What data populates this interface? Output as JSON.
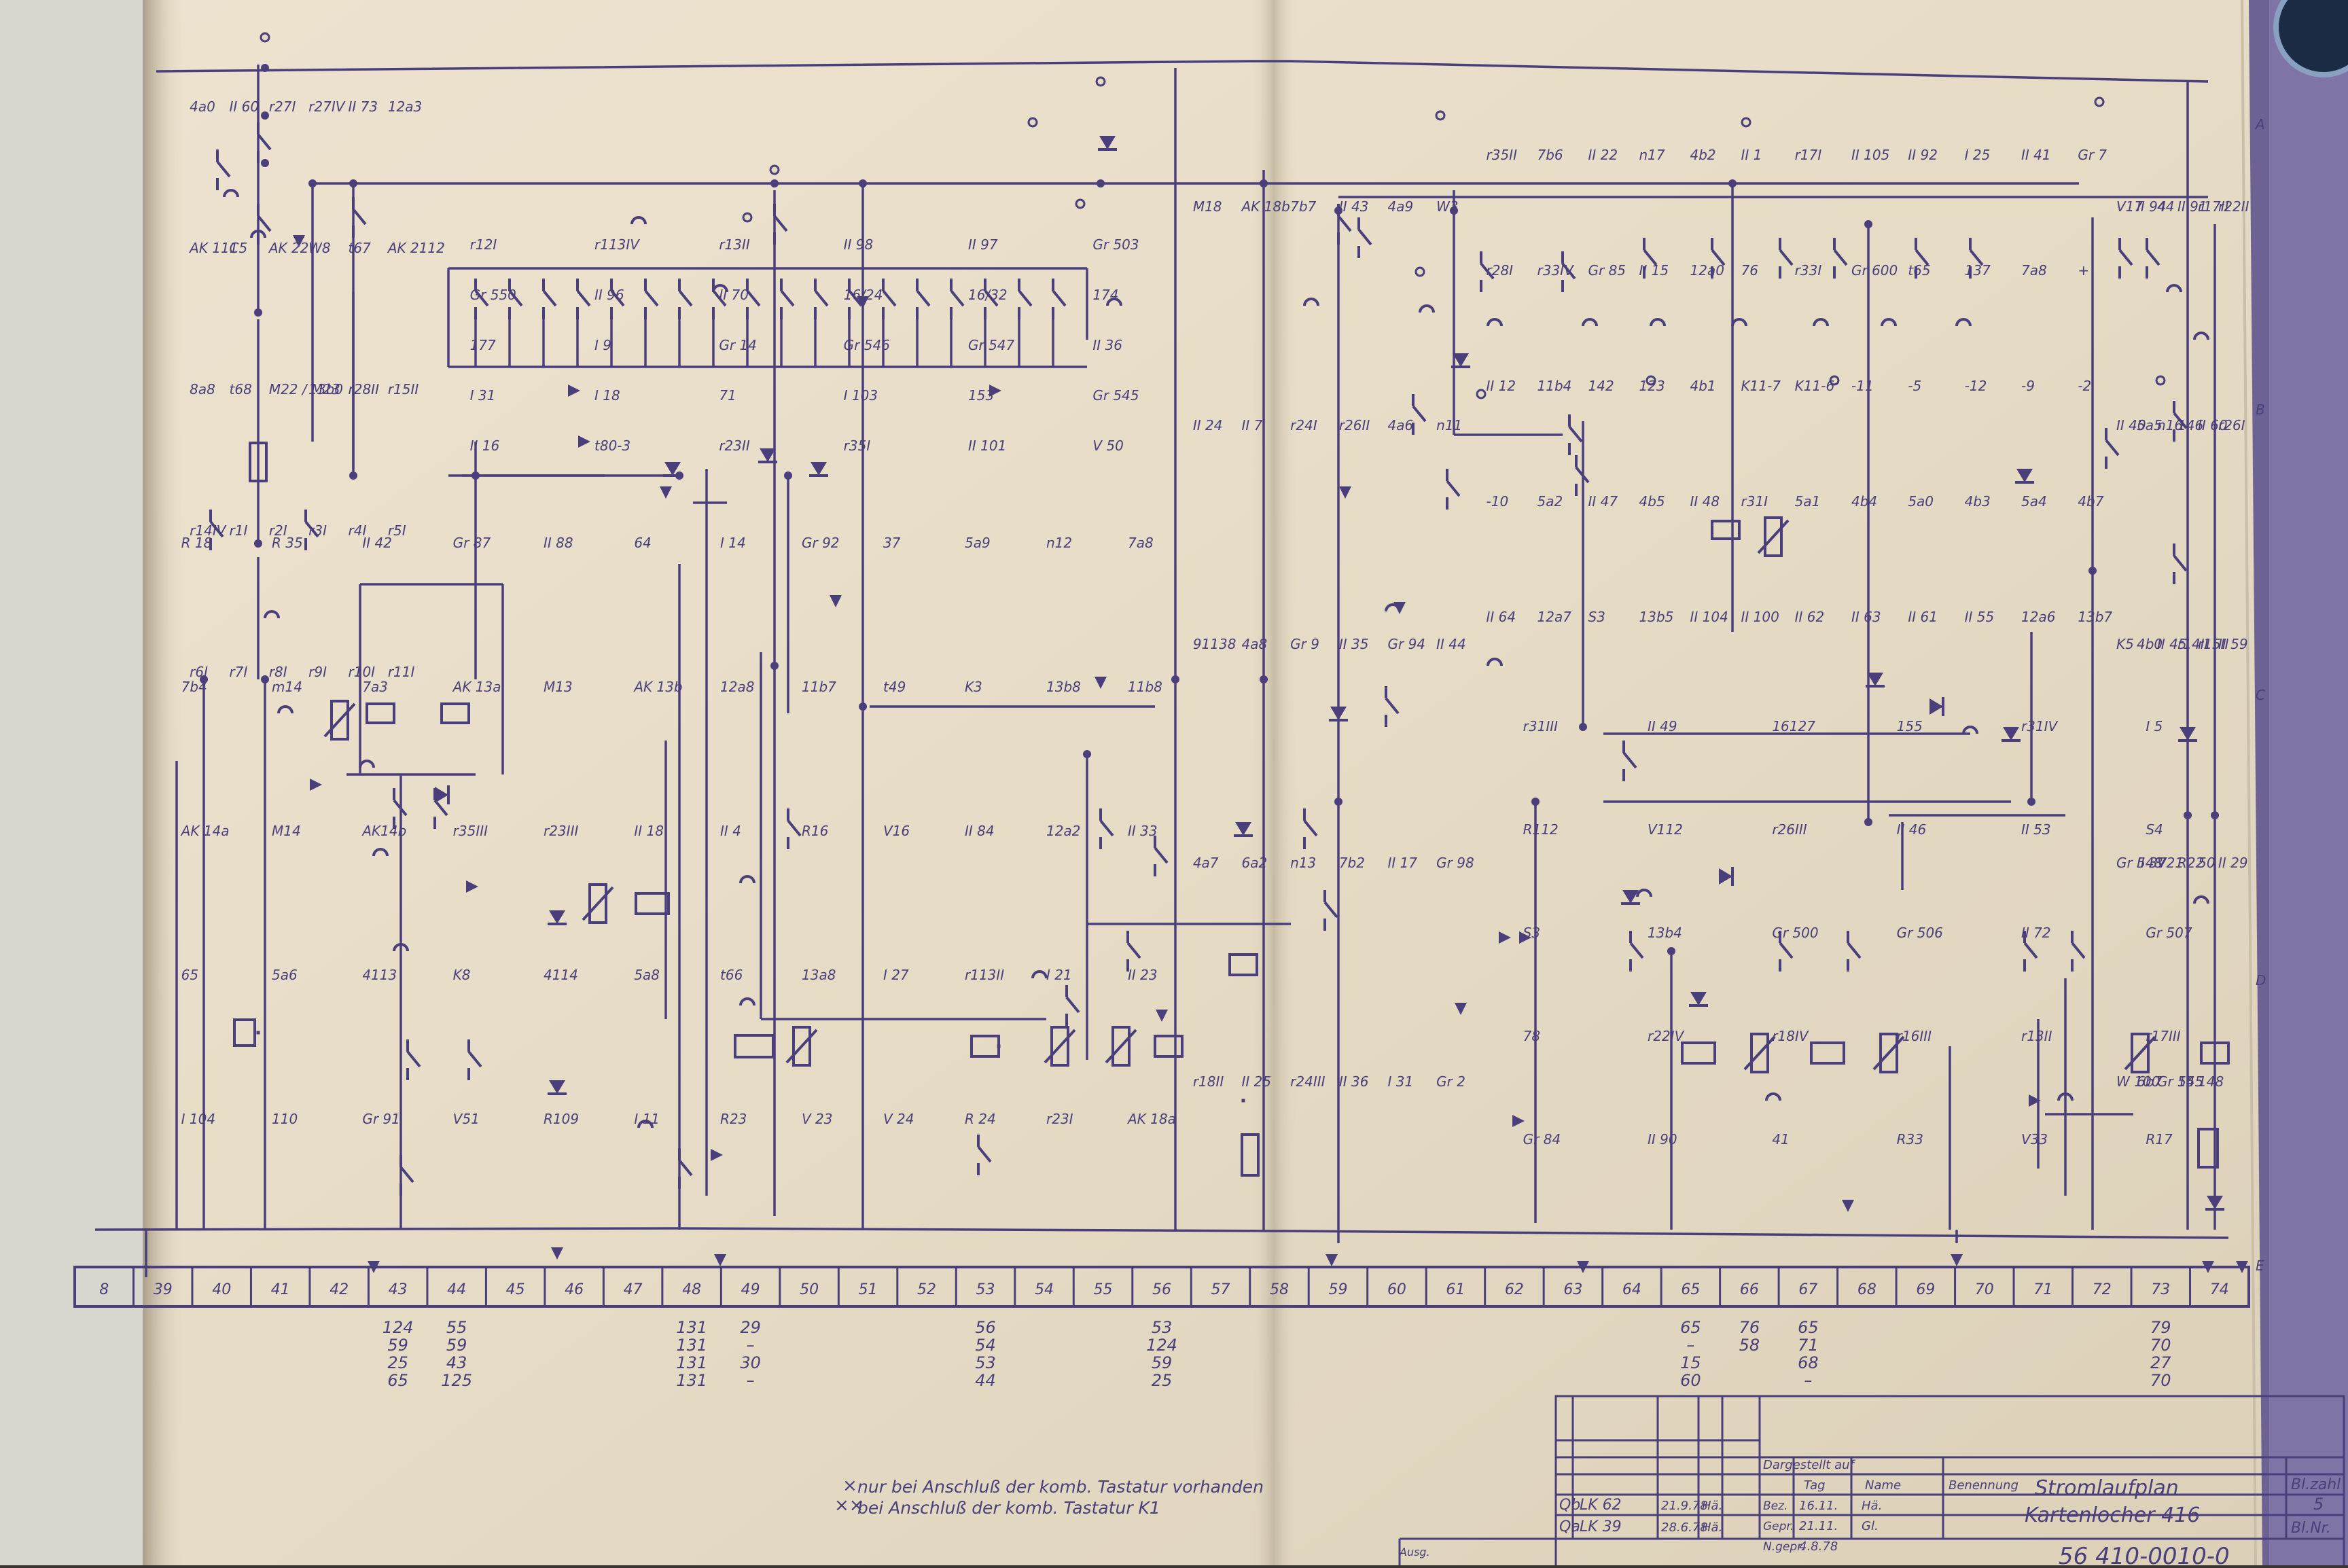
{
  "title_block": {
    "title_line1": "Stromlaufplan",
    "title_line2": "Kartenlocher 416",
    "dargestellt": "Dargestellt auf",
    "col_tag": "Tag",
    "col_name": "Name",
    "bennenung": "Benennung",
    "blatt_label": "Bl.zahl",
    "blatt_value": "5",
    "blatt_nr": "Bl.Nr.",
    "rev_a": {
      "code": "Qb",
      "ref": "LK 62",
      "date": "21.9.78",
      "sign": "Hä."
    },
    "rev_b": {
      "code": "Qa",
      "ref": "LK 39",
      "date": "28.6.78",
      "sign": "Hä."
    },
    "rows": [
      {
        "label": "Bez.",
        "tag": "16.11.",
        "name": "Hä."
      },
      {
        "label": "Gepr.",
        "tag": "21.11.",
        "name": "Gl."
      },
      {
        "label": "N.gepr.",
        "tag": "4.8.78",
        "name": ""
      }
    ],
    "footer_label": "Ausg.",
    "drawing_no": "56 410-0010-0"
  },
  "footnotes": {
    "note1_mark": "×",
    "note1": "nur bei Anschluß der komb. Tastatur vorhanden",
    "note2_mark": "××",
    "note2": "bei Anschluß der komb. Tastatur K1"
  },
  "grid_row": [
    "8",
    "39",
    "40",
    "41",
    "42",
    "43",
    "44",
    "45",
    "46",
    "47",
    "48",
    "49",
    "50",
    "51",
    "52",
    "53",
    "54",
    "55",
    "56",
    "57",
    "58",
    "59",
    "60",
    "61",
    "62",
    "63",
    "64",
    "65",
    "66",
    "67",
    "68",
    "69",
    "70",
    "71",
    "72",
    "73",
    "74"
  ],
  "cross_refs": {
    "43": [
      "124",
      "59",
      "25",
      "65"
    ],
    "44": [
      "55",
      "59",
      "43",
      "125"
    ],
    "48": [
      "131",
      "131",
      "131",
      "131"
    ],
    "49": [
      "29",
      "–",
      "30",
      "–"
    ],
    "53": [
      "56",
      "54",
      "53",
      "44"
    ],
    "56": [
      "53",
      "124",
      "59",
      "25"
    ],
    "65": [
      "65",
      "–",
      "15",
      "60"
    ],
    "66": [
      "76",
      "58"
    ],
    "67": [
      "65",
      "71",
      "68",
      "–"
    ],
    "73": [
      "79",
      "70",
      "27",
      "70"
    ]
  },
  "grid_letters": [
    "A",
    "B",
    "C",
    "D",
    "E"
  ],
  "labels": [
    "4a0",
    "II 60",
    "r27I",
    "r27IV",
    "II 73",
    "12a3",
    "AK 111",
    "C5",
    "AK 22",
    "W8",
    "t67",
    "AK 2112",
    "8a8",
    "t68",
    "M22 / M23",
    "13b0",
    "r28II",
    "r15II",
    "r14IV",
    "r1I",
    "r2I",
    "r3I",
    "r4I",
    "r5I",
    "r6I",
    "r7I",
    "r8I",
    "r9I",
    "r10I",
    "r11I",
    "r12I",
    "r113IV",
    "r13II",
    "II 98",
    "II 97",
    "Gr 503",
    "Gr 550",
    "II 96",
    "II 70",
    "16/24",
    "16/32",
    "174",
    "177",
    "I 9",
    "Gr 14",
    "Gr 546",
    "Gr 547",
    "II 36",
    "I 31",
    "I 18",
    "71",
    "I 103",
    "153",
    "Gr 545",
    "II 16",
    "t80-3",
    "r23II",
    "r35I",
    "II 101",
    "V 50",
    "R 18",
    "R 35",
    "II 42",
    "Gr 87",
    "II 88",
    "64",
    "7b4",
    "m14",
    "7a3",
    "AK 13a",
    "M13",
    "AK 13b",
    "AK 14a",
    "M14",
    "AK14b",
    "r35III",
    "r23III",
    "II 18",
    "65",
    "5a6",
    "4113",
    "K8",
    "4114",
    "5a8",
    "I 104",
    "110",
    "Gr 91",
    "V51",
    "R109",
    "I 11",
    "I 14",
    "Gr 92",
    "37",
    "5a9",
    "n12",
    "7a8",
    "12a8",
    "11b7",
    "t49",
    "K3",
    "13b8",
    "11b8",
    "II 4",
    "R16",
    "V16",
    "II 84",
    "12a2",
    "II 33",
    "t66",
    "13a8",
    "I 27",
    "r113II",
    "I 21",
    "II 23",
    "R23",
    "V 23",
    "V 24",
    "R 24",
    "r23I",
    "AK 18a",
    "M18",
    "AK 18b",
    "7b7",
    "II 43",
    "4a9",
    "W3",
    "II 24",
    "II 7",
    "r24I",
    "r26II",
    "4a6",
    "n11",
    "91138",
    "4a8",
    "Gr 9",
    "II 35",
    "Gr 94",
    "II 44",
    "4a7",
    "6a2",
    "n13",
    "7b2",
    "II 17",
    "Gr 98",
    "r18II",
    "II 25",
    "r24III",
    "II 36",
    "I 31",
    "Gr 2",
    "r35II",
    "7b6",
    "II 22",
    "n17",
    "4b2",
    "II 1",
    "r28I",
    "r33IV",
    "Gr 85",
    "II 15",
    "12a0",
    "76",
    "II 12",
    "11b4",
    "142",
    "123",
    "4b1",
    "K11-7",
    "-10",
    "5a2",
    "II 47",
    "4b5",
    "II 48",
    "r31I",
    "II 64",
    "12a7",
    "S3",
    "13b5",
    "II 104",
    "II 100",
    "r17I",
    "II 105",
    "II 92",
    "I 25",
    "II 41",
    "Gr 7",
    "r33I",
    "Gr 600",
    "t65",
    "137",
    "7a8",
    "+",
    "K11-6",
    "-11",
    "-5",
    "-12",
    "-9",
    "-2",
    "5a1",
    "4b4",
    "5a0",
    "4b3",
    "5a4",
    "4b7",
    "II 62",
    "II 63",
    "II 61",
    "II 55",
    "12a6",
    "13b7",
    "r31III",
    "II 49",
    "16127",
    "155",
    "r31IV",
    "I 5",
    "R112",
    "V112",
    "r26III",
    "II 46",
    "II 53",
    "S4",
    "S3",
    "13b4",
    "Gr 500",
    "Gr 506",
    "II 72",
    "Gr 507",
    "78",
    "r22IV",
    "r18IV",
    "r16III",
    "r13II",
    "r17III",
    "Gr 84",
    "II 90",
    "41",
    "R33",
    "V33",
    "R17",
    "V17",
    "II 94",
    "44",
    "II 91",
    "r17II",
    "r22II",
    "II 40",
    "5a5",
    "n16",
    "146",
    "II 60",
    "r26I",
    "K5",
    "4b0",
    "II 45",
    "r14II",
    "r15II",
    "II 59",
    "Gr 548",
    "II 37",
    "V21",
    "R22",
    "50",
    "II 29",
    "W 100",
    "6b7",
    "Gr 55",
    "145",
    "148"
  ]
}
